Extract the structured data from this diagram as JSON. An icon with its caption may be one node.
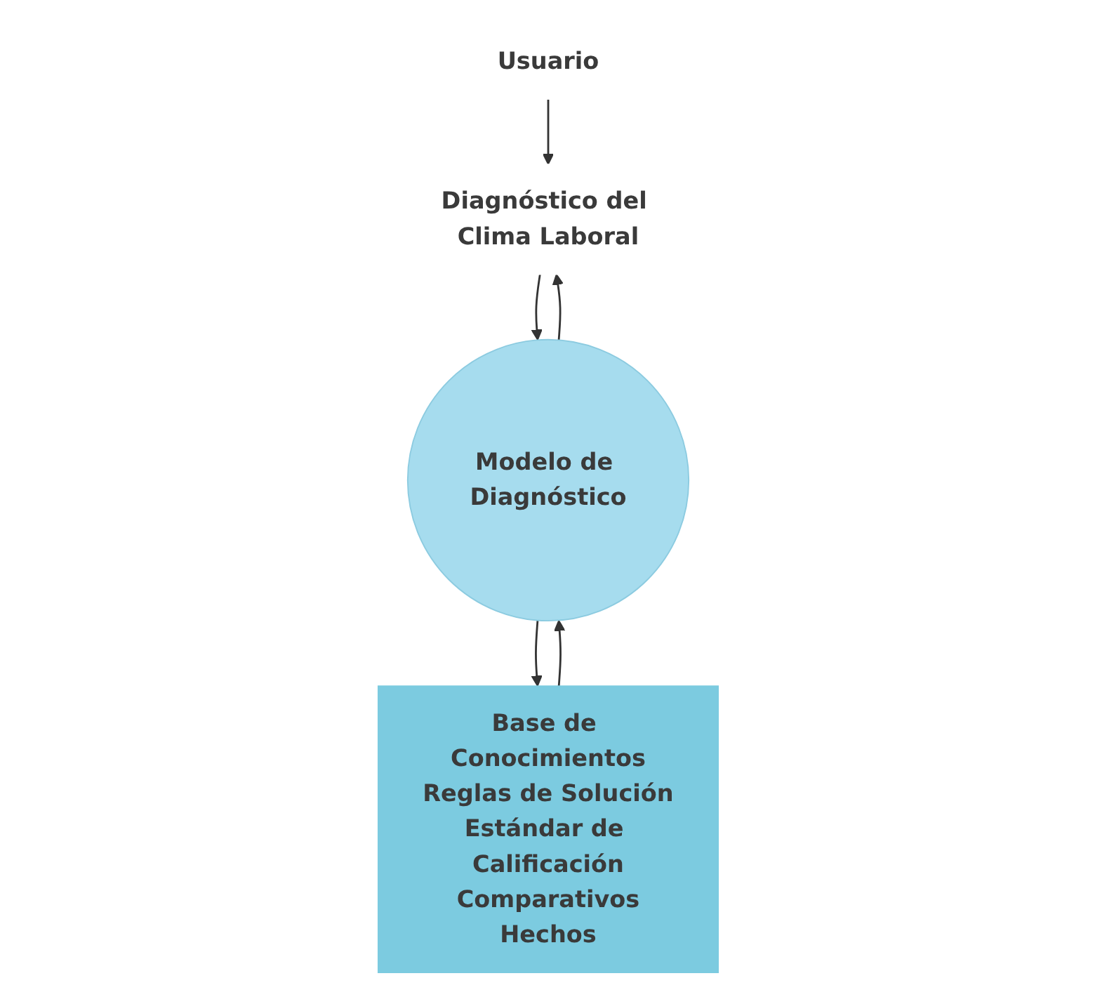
{
  "diagram": {
    "nodes": [
      {
        "text": [
          "Usuario"
        ]
      },
      {
        "text": [
          "Diagnóstico del Clima Laboral"
        ]
      },
      {
        "text": [
          "Modelo de Diagnóstico"
        ]
      },
      {
        "text": [
          "Base de Conocimientos",
          "Reglas de Solución",
          "Estándar de Calificación",
          "Comparativos",
          "Hechos"
        ]
      }
    ],
    "edges": [
      {
        "from": 0,
        "to": 1,
        "arrow": "to"
      },
      {
        "from": 1,
        "to": 2,
        "arrow": "to"
      },
      {
        "from": 2,
        "to": 1,
        "arrow": "to"
      },
      {
        "from": 2,
        "to": 3,
        "arrow": "to"
      },
      {
        "from": 3,
        "to": 2,
        "arrow": "to"
      }
    ]
  }
}
